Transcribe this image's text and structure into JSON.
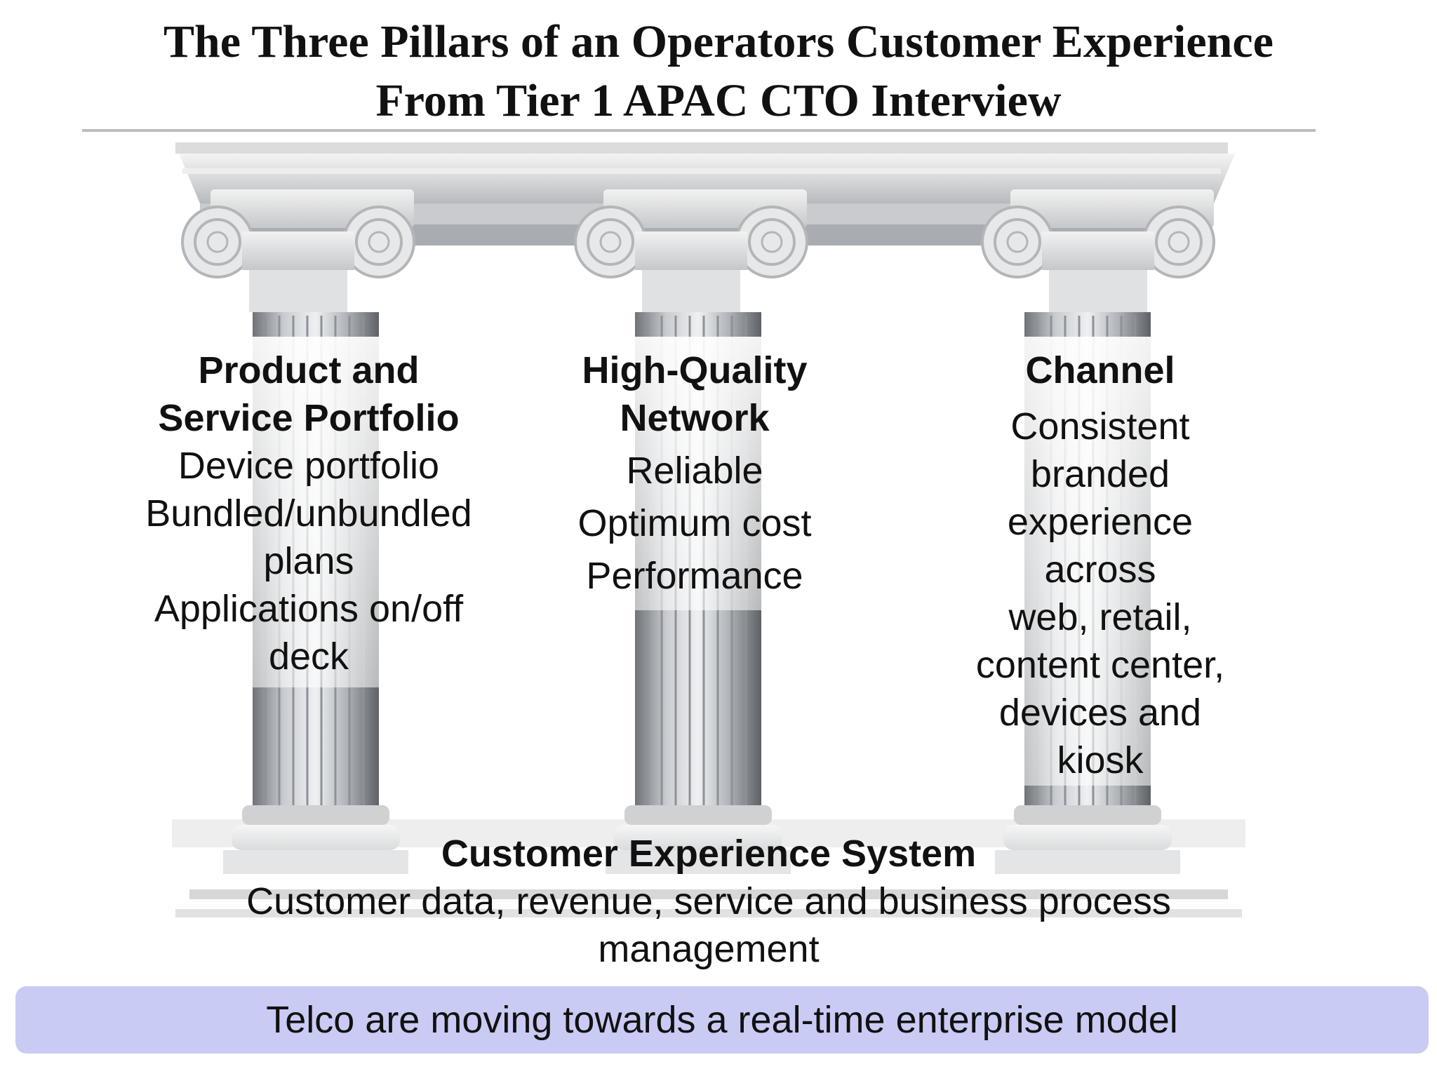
{
  "title": {
    "line1": "The Three Pillars of an Operators Customer Experience",
    "line2": "From Tier 1 APAC CTO Interview"
  },
  "pillars": [
    {
      "heading": [
        "Product and",
        "Service Portfolio"
      ],
      "lines": [
        "Device portfolio",
        "Bundled/unbundled",
        "plans",
        "Applications on/off",
        "deck"
      ]
    },
    {
      "heading": [
        "High-Quality",
        "Network"
      ],
      "lines": [
        "Reliable",
        "Optimum cost",
        "Performance"
      ]
    },
    {
      "heading": [
        "Channel"
      ],
      "lines": [
        "Consistent",
        "branded",
        "experience",
        "across",
        "web, retail,",
        "content center,",
        "devices and",
        "kiosk"
      ]
    }
  ],
  "base": {
    "heading": "Customer Experience System",
    "lines": [
      "Customer data, revenue, service and business process",
      "management"
    ]
  },
  "banner": "Telco are moving towards a real-time enterprise model",
  "colors": {
    "banner_bg": "#cacbf4",
    "text": "#111111",
    "rule": "#bdbdbd"
  }
}
